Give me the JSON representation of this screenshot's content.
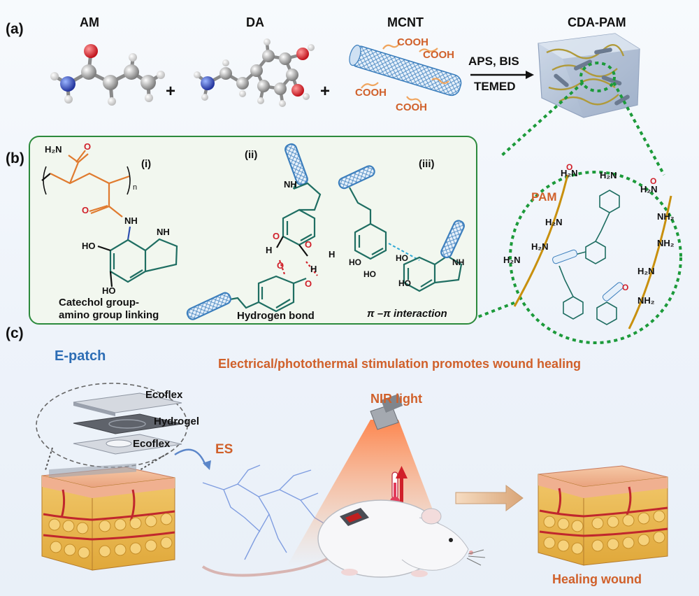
{
  "panels": {
    "a": "(a)",
    "b": "(b)",
    "c": "(c)"
  },
  "molecules": {
    "am": "AM",
    "da": "DA",
    "mcnt": "MCNT",
    "cda_pam": "CDA-PAM",
    "plus": "+"
  },
  "cnt_groups": [
    "COOH",
    "COOH",
    "COOH",
    "COOH"
  ],
  "reaction": {
    "top": "APS, BIS",
    "bottom": "TEMED"
  },
  "panel_b": {
    "h2n": "H₂N",
    "nh": "NH",
    "n_sub": "n",
    "ho": "HO",
    "o": "O",
    "h": "H",
    "sub_i": "(i)",
    "sub_ii": "(ii)",
    "sub_iii": "(iii)",
    "caption_i_1": "Catechol group-",
    "caption_i_2": "amino group linking",
    "caption_ii": "Hydrogen bond",
    "caption_iii": "π –π interaction"
  },
  "network": {
    "pam": "PAM",
    "amide_h2n": "H₂N",
    "amide_nh2": "NH₂",
    "amide_o": "O"
  },
  "panel_c": {
    "epatch": "E-patch",
    "headline": "Electrical/photothermal stimulation promotes wound healing",
    "ecoflex_top": "Ecoflex",
    "hydrogel": "Hydrogel",
    "ecoflex_bottom": "Ecoflex",
    "es": "ES",
    "nir": "NIR light",
    "healing": "Healing wound"
  },
  "colors": {
    "orange": "#d0602a",
    "blue": "#2d6db5",
    "green": "#1c9a3a",
    "teal": "#1f6e62",
    "cnt": "#4a8fc7"
  }
}
